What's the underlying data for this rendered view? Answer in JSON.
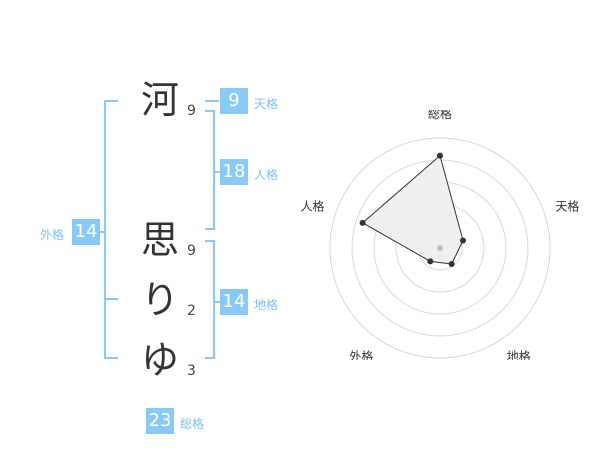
{
  "name": {
    "surname": [
      {
        "char": "河",
        "strokes": "9"
      }
    ],
    "given": [
      {
        "char": "思",
        "strokes": "9"
      },
      {
        "char": "り",
        "strokes": "2"
      },
      {
        "char": "ゆ",
        "strokes": "3"
      }
    ]
  },
  "fortune": {
    "tenkaku": {
      "label": "天格",
      "value": "9"
    },
    "jinkaku": {
      "label": "人格",
      "value": "18"
    },
    "chikaku": {
      "label": "地格",
      "value": "14"
    },
    "gaikaku": {
      "label": "外格",
      "value": "14"
    },
    "soukaku": {
      "label": "総格",
      "value": "23"
    }
  },
  "colors": {
    "accent": "#88c9f5",
    "accent_text": "#7fc1ef",
    "polygon_fill": "#efefef",
    "ring": "#d8d8d8"
  },
  "chart_data": {
    "type": "radar",
    "axes": [
      "総格",
      "天格",
      "地格",
      "外格",
      "人格"
    ],
    "values": [
      4.2,
      1.1,
      0.9,
      0.75,
      3.7
    ],
    "max": 5,
    "grid_rings": 5
  }
}
